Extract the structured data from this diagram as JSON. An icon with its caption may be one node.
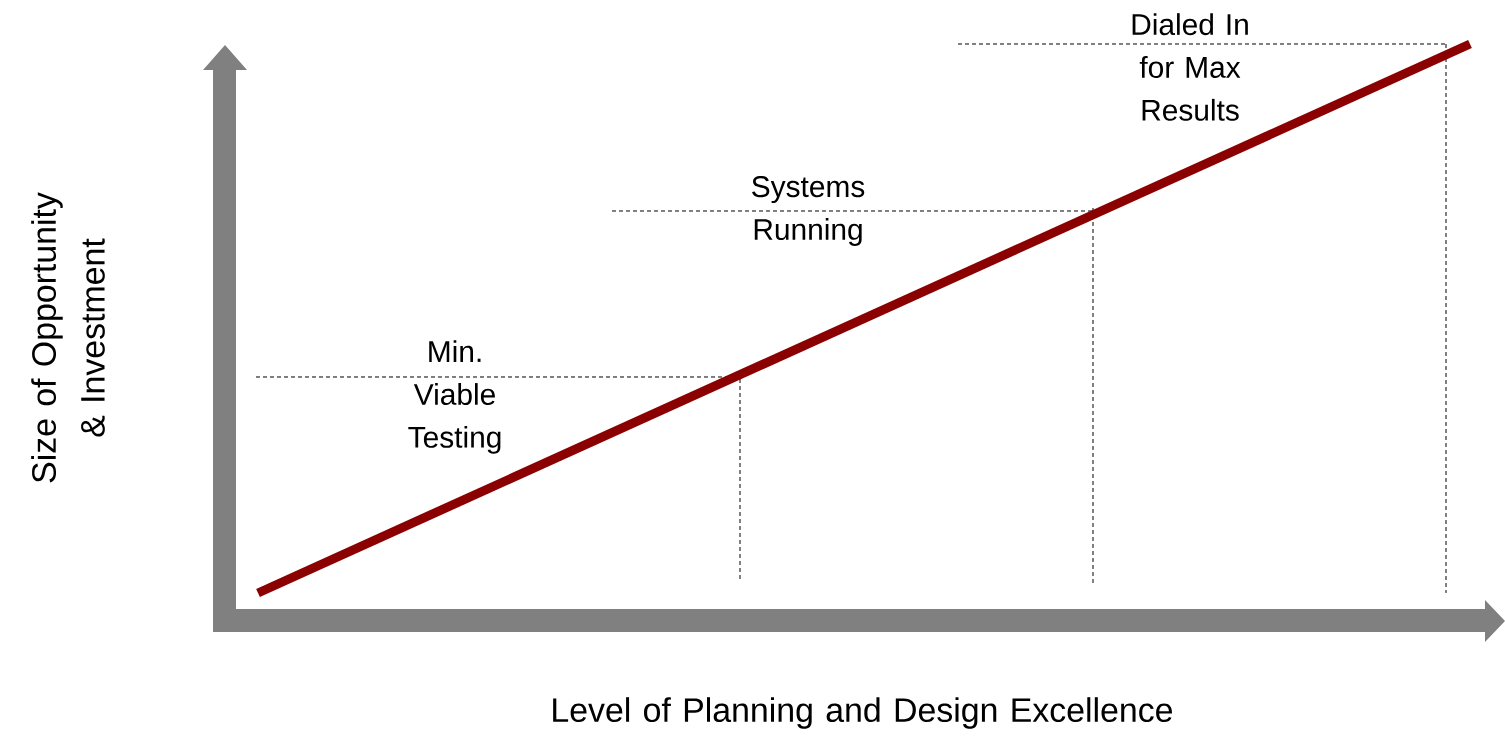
{
  "diagram": {
    "labels": [
      "Dialed In for Max Results",
      "Systems Running",
      "Min. Viable Testing",
      "Size of Opportunity & Investment",
      "Level of Planning and Design Excellence"
    ]
  }
}
